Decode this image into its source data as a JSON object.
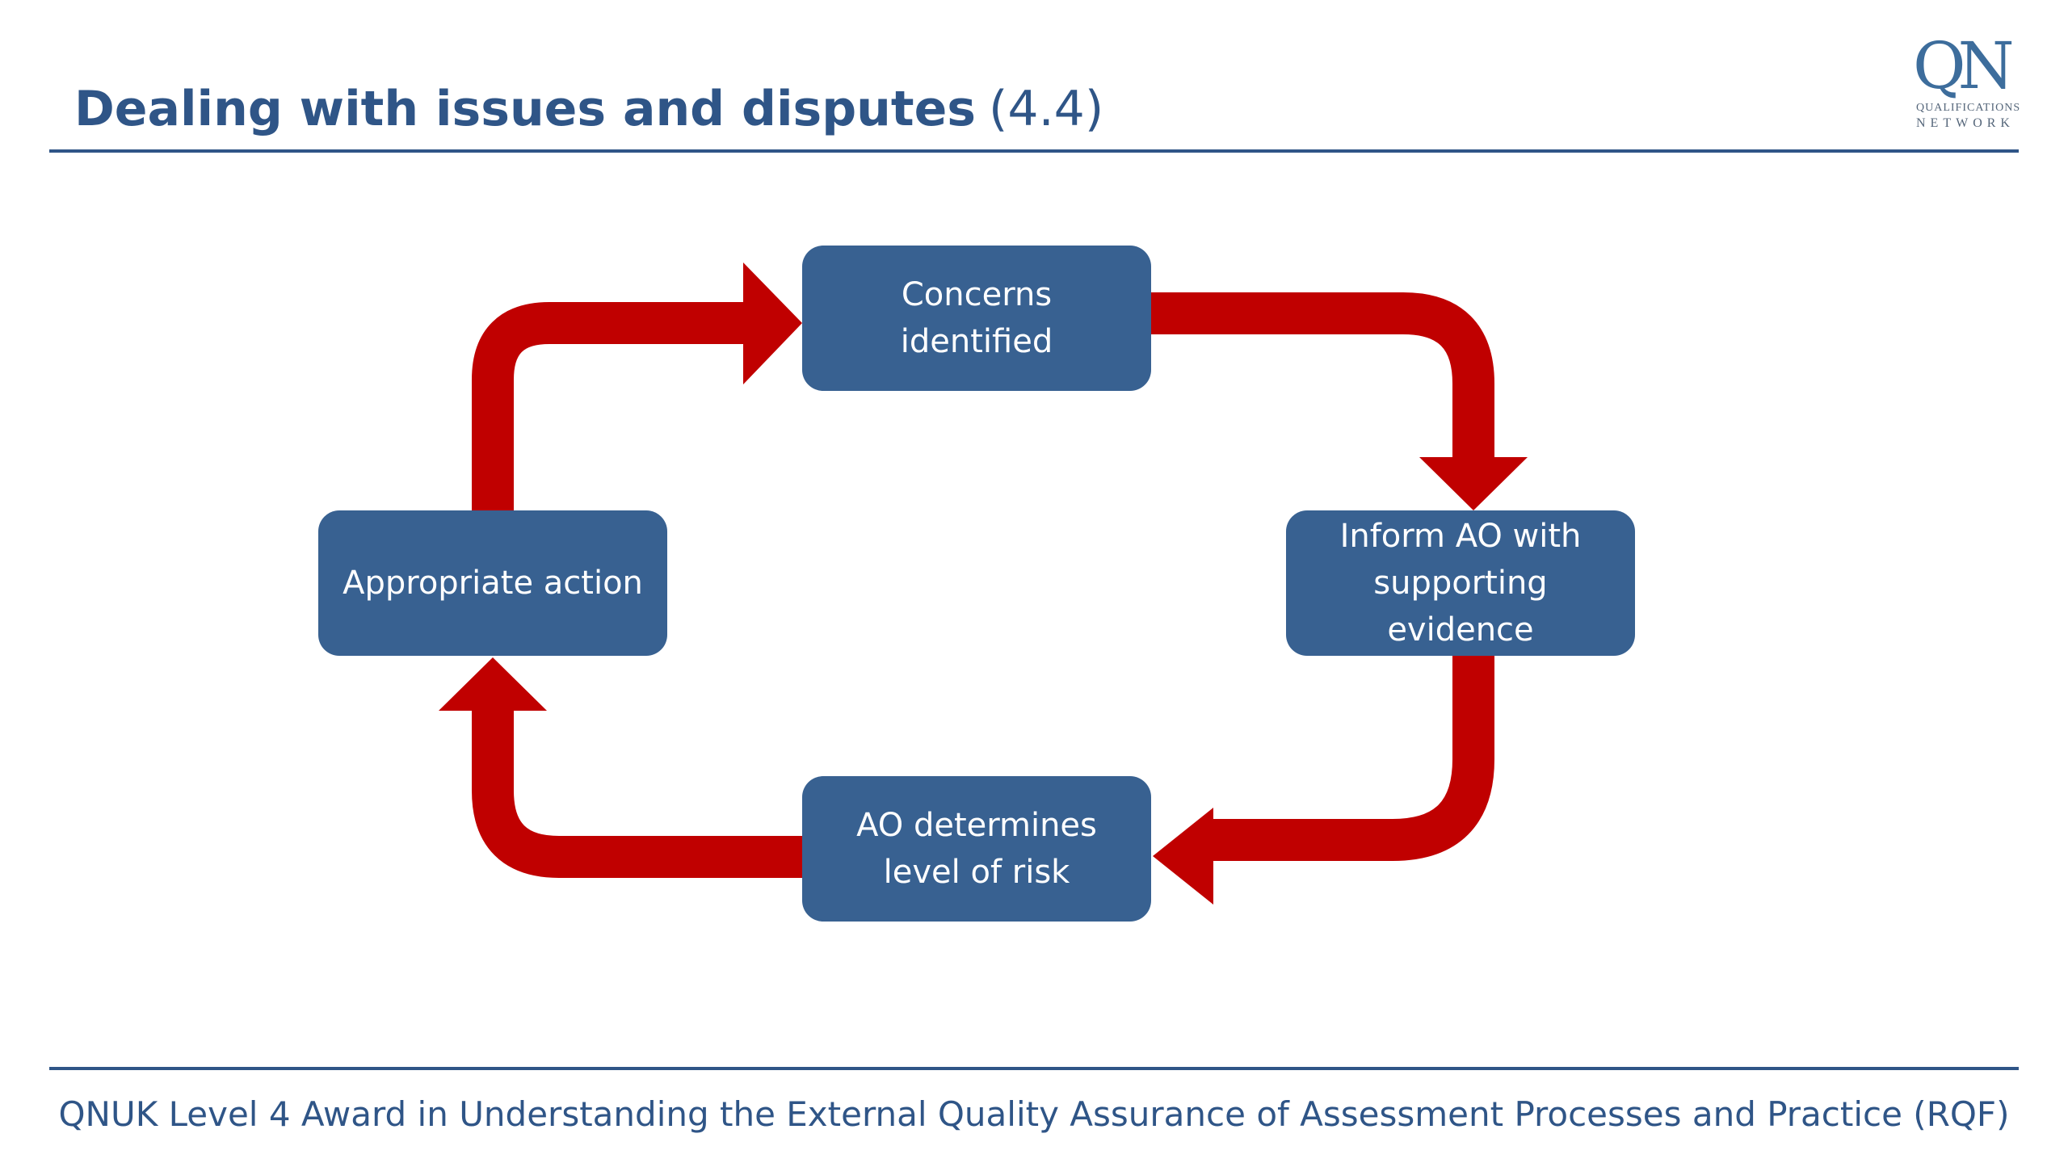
{
  "title": {
    "main": "Dealing with issues and disputes",
    "code": "(4.4)"
  },
  "logo": {
    "mark": "QN",
    "line1": "QUALIFICATIONS",
    "line2": "NETWORK"
  },
  "diagram": {
    "nodes": [
      {
        "id": "concerns",
        "lines": [
          "Concerns",
          "identified"
        ]
      },
      {
        "id": "inform",
        "lines": [
          "Inform AO with",
          "supporting",
          "evidence"
        ]
      },
      {
        "id": "risk",
        "lines": [
          "AO determines",
          "level of risk"
        ]
      },
      {
        "id": "action",
        "lines": [
          "Appropriate action"
        ]
      }
    ],
    "flow": [
      "concerns",
      "inform",
      "risk",
      "action",
      "concerns"
    ]
  },
  "footer": "QNUK Level 4 Award in Understanding the External Quality Assurance of Assessment Processes and Practice (RQF)",
  "colors": {
    "title": "#2f5587",
    "box": "#386191",
    "arrow": "#c00000",
    "box_text": "#ffffff"
  }
}
